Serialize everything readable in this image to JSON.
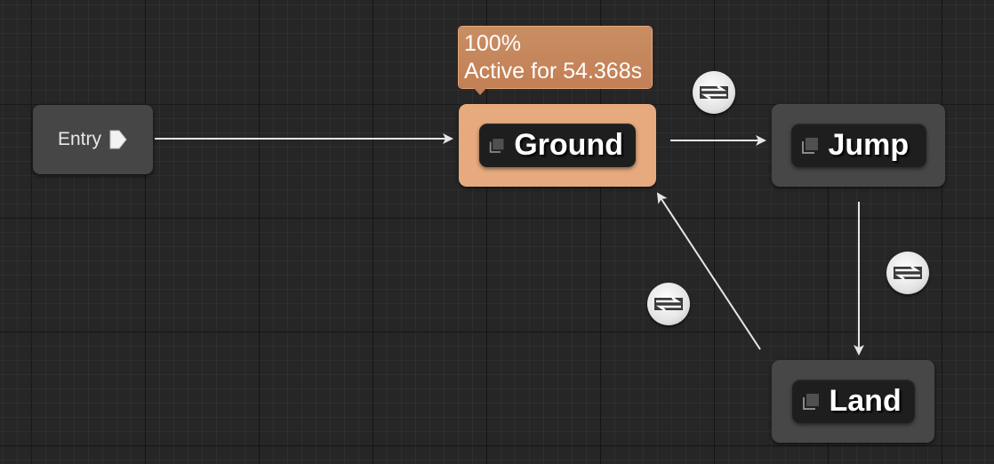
{
  "graph": {
    "entry": {
      "label": "Entry",
      "pin_icon": "entry-pin-icon"
    },
    "states": [
      {
        "id": "ground",
        "label": "Ground",
        "active": true,
        "icon": "state-icon",
        "color": "#e6aa7e"
      },
      {
        "id": "jump",
        "label": "Jump",
        "active": false,
        "icon": "state-icon",
        "color": "#474747"
      },
      {
        "id": "land",
        "label": "Land",
        "active": false,
        "icon": "state-icon",
        "color": "#474747"
      }
    ],
    "tooltip": {
      "weight": "100%",
      "active_time": "Active for 54.368s"
    },
    "transitions": [
      {
        "from": "entry",
        "to": "ground",
        "has_rule_icon": false
      },
      {
        "from": "ground",
        "to": "jump",
        "has_rule_icon": true,
        "icon": "transition-rule-icon"
      },
      {
        "from": "jump",
        "to": "land",
        "has_rule_icon": true,
        "icon": "transition-rule-icon"
      },
      {
        "from": "land",
        "to": "ground",
        "has_rule_icon": true,
        "icon": "transition-rule-icon"
      }
    ],
    "colors": {
      "background": "#262626",
      "active_state": "#e6aa7e",
      "inactive_state": "#474747",
      "tooltip": "#c37f56",
      "wire": "#e6e6e6"
    }
  }
}
